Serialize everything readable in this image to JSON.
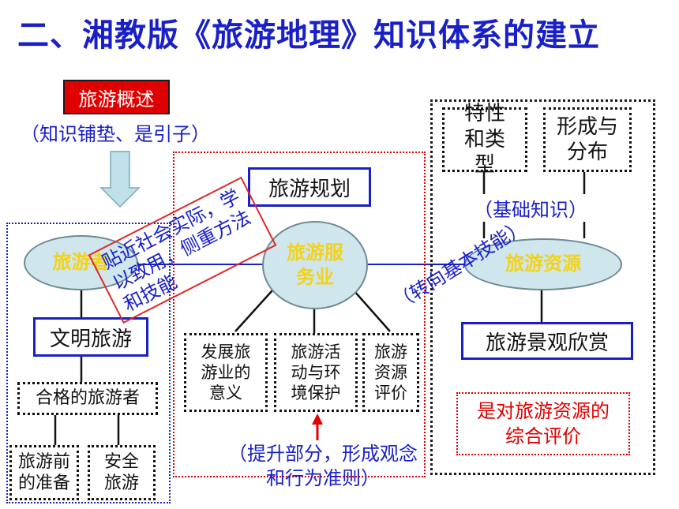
{
  "title": "二、湘教版《旅游地理》知识体系的建立",
  "overview": {
    "label": "旅游概述",
    "note": "（知识铺垫、是引子）"
  },
  "left": {
    "tourist": "旅游者",
    "civilized": "文明旅游",
    "qualified": "合格的旅游者",
    "prep": "旅游前的准备",
    "safety": "安全旅游"
  },
  "middle": {
    "planning": "旅游规划",
    "service": "旅游服务业",
    "significance": "发展旅游业的意义",
    "activity": "旅游活动与环境保护",
    "evaluation": "旅游资源评价",
    "note": "（提升部分，形成观念和行为准则）"
  },
  "right": {
    "characteristics": "特性和类型",
    "formation": "形成与分布",
    "basic": "（基础知识）",
    "resources": "旅游资源",
    "landscape": "旅游景观欣赏",
    "comprehensive": "是对旅游资源的综合评价"
  },
  "annotations": {
    "stamp": "贴近社会实际，学以致用，侧重方法和技能",
    "skill": "（转向基本技能）"
  },
  "colors": {
    "title": "#1a20c8",
    "accent_red": "#e00000",
    "ellipse_fill": "#cfe6ec",
    "ellipse_text": "#f2d21a",
    "arrow_fill": "#bfe0e8"
  }
}
